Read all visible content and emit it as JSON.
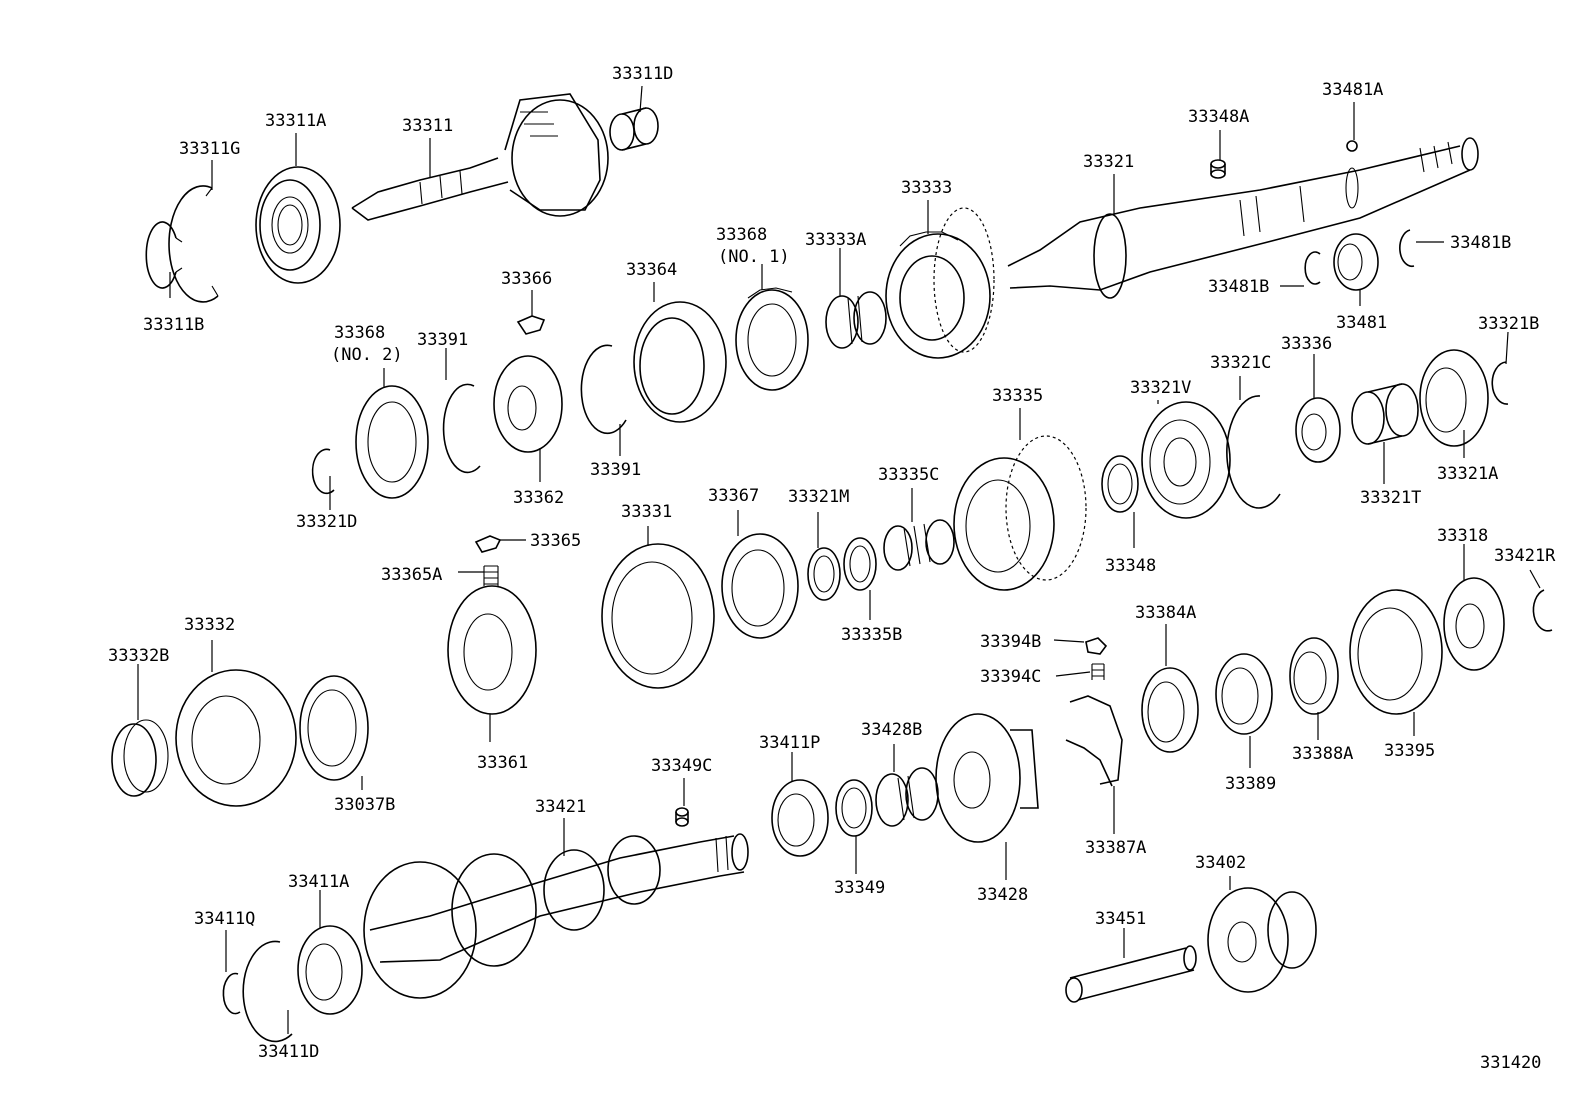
{
  "diagram": {
    "catalog_number": "331420",
    "labels": [
      {
        "id": "33311D",
        "text": "33311D"
      },
      {
        "id": "33311A",
        "text": "33311A"
      },
      {
        "id": "33311",
        "text": "33311"
      },
      {
        "id": "33311G",
        "text": "33311G"
      },
      {
        "id": "33311B",
        "text": "33311B"
      },
      {
        "id": "33348A",
        "text": "33348A"
      },
      {
        "id": "33481A",
        "text": "33481A"
      },
      {
        "id": "33321",
        "text": "33321"
      },
      {
        "id": "33333",
        "text": "33333"
      },
      {
        "id": "33368-no1",
        "text": "33368"
      },
      {
        "id": "33368-no1-sub",
        "text": "(NO. 1)"
      },
      {
        "id": "33333A",
        "text": "33333A"
      },
      {
        "id": "33366",
        "text": "33366"
      },
      {
        "id": "33364",
        "text": "33364"
      },
      {
        "id": "33481B-right",
        "text": "33481B"
      },
      {
        "id": "33481B-left",
        "text": "33481B"
      },
      {
        "id": "33481",
        "text": "33481"
      },
      {
        "id": "33321B",
        "text": "33321B"
      },
      {
        "id": "33368-no2",
        "text": "33368"
      },
      {
        "id": "33368-no2-sub",
        "text": "(NO. 2)"
      },
      {
        "id": "33391-top",
        "text": "33391"
      },
      {
        "id": "33336",
        "text": "33336"
      },
      {
        "id": "33321C",
        "text": "33321C"
      },
      {
        "id": "33321V",
        "text": "33321V"
      },
      {
        "id": "33335",
        "text": "33335"
      },
      {
        "id": "33391-bottom",
        "text": "33391"
      },
      {
        "id": "33362",
        "text": "33362"
      },
      {
        "id": "33321D",
        "text": "33321D"
      },
      {
        "id": "33321A",
        "text": "33321A"
      },
      {
        "id": "33321T",
        "text": "33321T"
      },
      {
        "id": "33367",
        "text": "33367"
      },
      {
        "id": "33321M",
        "text": "33321M"
      },
      {
        "id": "33335C",
        "text": "33335C"
      },
      {
        "id": "33331",
        "text": "33331"
      },
      {
        "id": "33365",
        "text": "33365"
      },
      {
        "id": "33365A",
        "text": "33365A"
      },
      {
        "id": "33348",
        "text": "33348"
      },
      {
        "id": "33318",
        "text": "33318"
      },
      {
        "id": "33421R",
        "text": "33421R"
      },
      {
        "id": "33335B",
        "text": "33335B"
      },
      {
        "id": "33394B",
        "text": "33394B"
      },
      {
        "id": "33384A",
        "text": "33384A"
      },
      {
        "id": "33332",
        "text": "33332"
      },
      {
        "id": "33332B",
        "text": "33332B"
      },
      {
        "id": "33394C",
        "text": "33394C"
      },
      {
        "id": "33411P",
        "text": "33411P"
      },
      {
        "id": "33428B",
        "text": "33428B"
      },
      {
        "id": "33349C",
        "text": "33349C"
      },
      {
        "id": "33361",
        "text": "33361"
      },
      {
        "id": "33388A",
        "text": "33388A"
      },
      {
        "id": "33395",
        "text": "33395"
      },
      {
        "id": "33389",
        "text": "33389"
      },
      {
        "id": "33037B",
        "text": "33037B"
      },
      {
        "id": "33421",
        "text": "33421"
      },
      {
        "id": "33387A",
        "text": "33387A"
      },
      {
        "id": "33411A",
        "text": "33411A"
      },
      {
        "id": "33349",
        "text": "33349"
      },
      {
        "id": "33428",
        "text": "33428"
      },
      {
        "id": "33402",
        "text": "33402"
      },
      {
        "id": "33451",
        "text": "33451"
      },
      {
        "id": "33411Q",
        "text": "33411Q"
      },
      {
        "id": "33411D",
        "text": "33411D"
      }
    ]
  }
}
